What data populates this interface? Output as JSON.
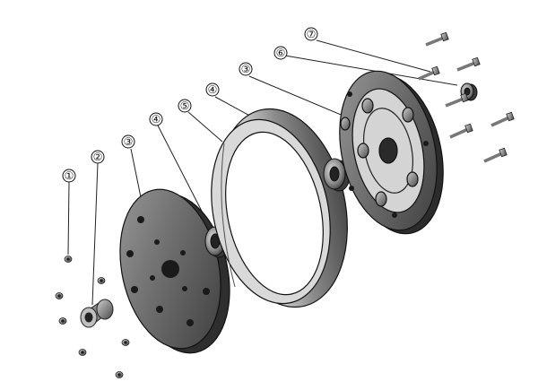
{
  "callouts": [
    {
      "id": "c1",
      "label": "①"
    },
    {
      "id": "c2",
      "label": "②"
    },
    {
      "id": "c3a",
      "label": "③"
    },
    {
      "id": "c4a",
      "label": "④"
    },
    {
      "id": "c5",
      "label": "⑤"
    },
    {
      "id": "c4b",
      "label": "④"
    },
    {
      "id": "c3b",
      "label": "③"
    },
    {
      "id": "c6",
      "label": "⑥"
    },
    {
      "id": "c7",
      "label": "⑦"
    }
  ]
}
